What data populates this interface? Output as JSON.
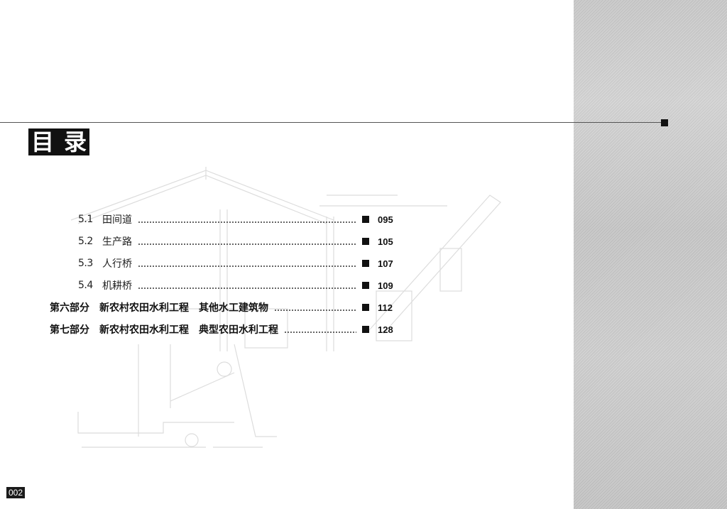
{
  "header": {
    "title_chars": [
      "目",
      "录"
    ]
  },
  "toc": {
    "entries": [
      {
        "number": "5.1",
        "label": "田间道",
        "page": "095",
        "bold": false
      },
      {
        "number": "5.2",
        "label": "生产路",
        "page": "105",
        "bold": false
      },
      {
        "number": "5.3",
        "label": "人行桥",
        "page": "107",
        "bold": false
      },
      {
        "number": "5.4",
        "label": "机耕桥",
        "page": "109",
        "bold": false
      },
      {
        "part": "第六部分",
        "series": "新农村农田水利工程",
        "label": "其他水工建筑物",
        "page": "112",
        "bold": true
      },
      {
        "part": "第七部分",
        "series": "新农村农田水利工程",
        "label": "典型农田水利工程",
        "page": "128",
        "bold": true
      }
    ]
  },
  "footer": {
    "page_number": "002"
  },
  "colors": {
    "band_gray": "#cacaca",
    "ink": "#111111"
  }
}
